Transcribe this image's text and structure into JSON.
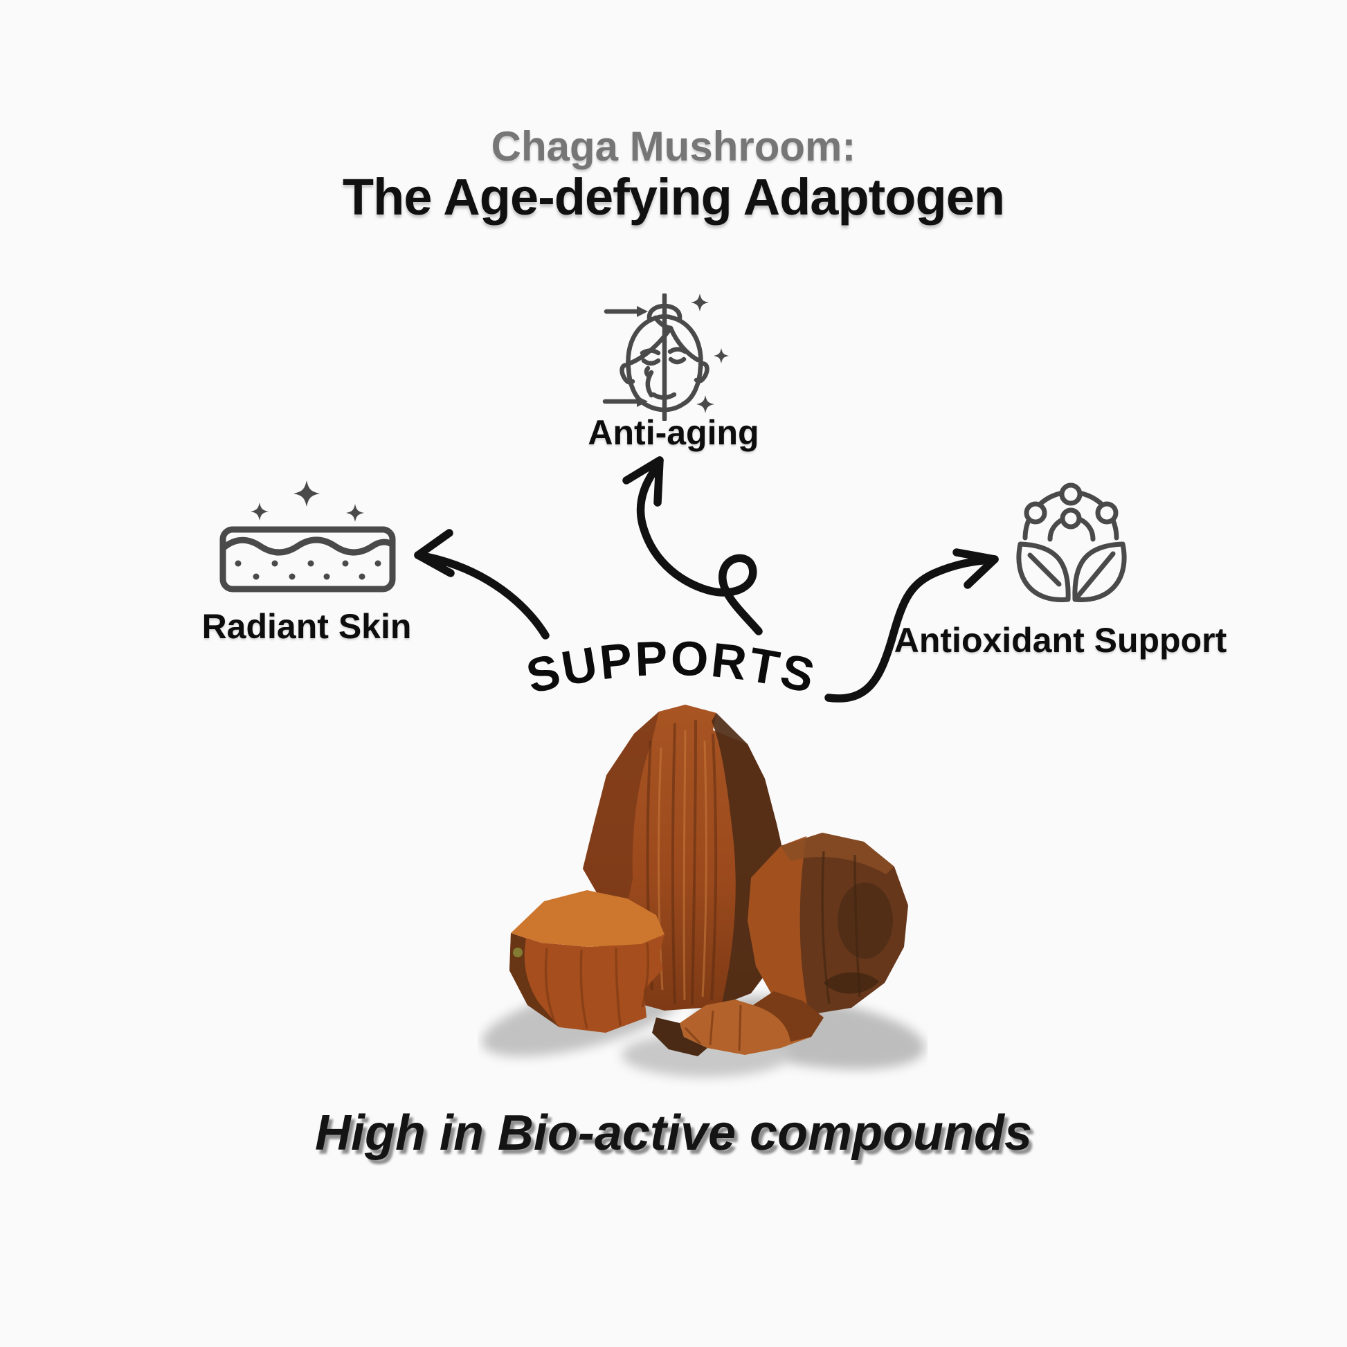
{
  "page": {
    "background_color": "#fbfafa"
  },
  "title": {
    "line1": "Chaga Mushroom:",
    "line2": "The Age-defying Adaptogen",
    "line1_color": "#767676",
    "line2_color": "#101010"
  },
  "diagram": {
    "center_word": "SUPPORTS",
    "arrow_color": "#111111",
    "icon_stroke_color": "#4a4a4a",
    "benefits": [
      {
        "position": "top",
        "label": "Anti-aging",
        "icon": "aging-face-split-icon"
      },
      {
        "position": "left",
        "label": "Radiant Skin",
        "icon": "skin-layer-sparkles-icon"
      },
      {
        "position": "right",
        "label": "Antioxidant Support",
        "icon": "leaves-antioxidant-icon"
      }
    ]
  },
  "illustration": {
    "name": "chaga-mushroom-chunks",
    "colors": {
      "rust": "#a4511f",
      "bright_orange": "#c9722e",
      "dark_brown": "#4f2c16",
      "deep_shadow_brown": "#35200e",
      "ground_shadow": "#c2c2c2"
    }
  },
  "footer": {
    "text": "High in Bio-active compounds"
  }
}
